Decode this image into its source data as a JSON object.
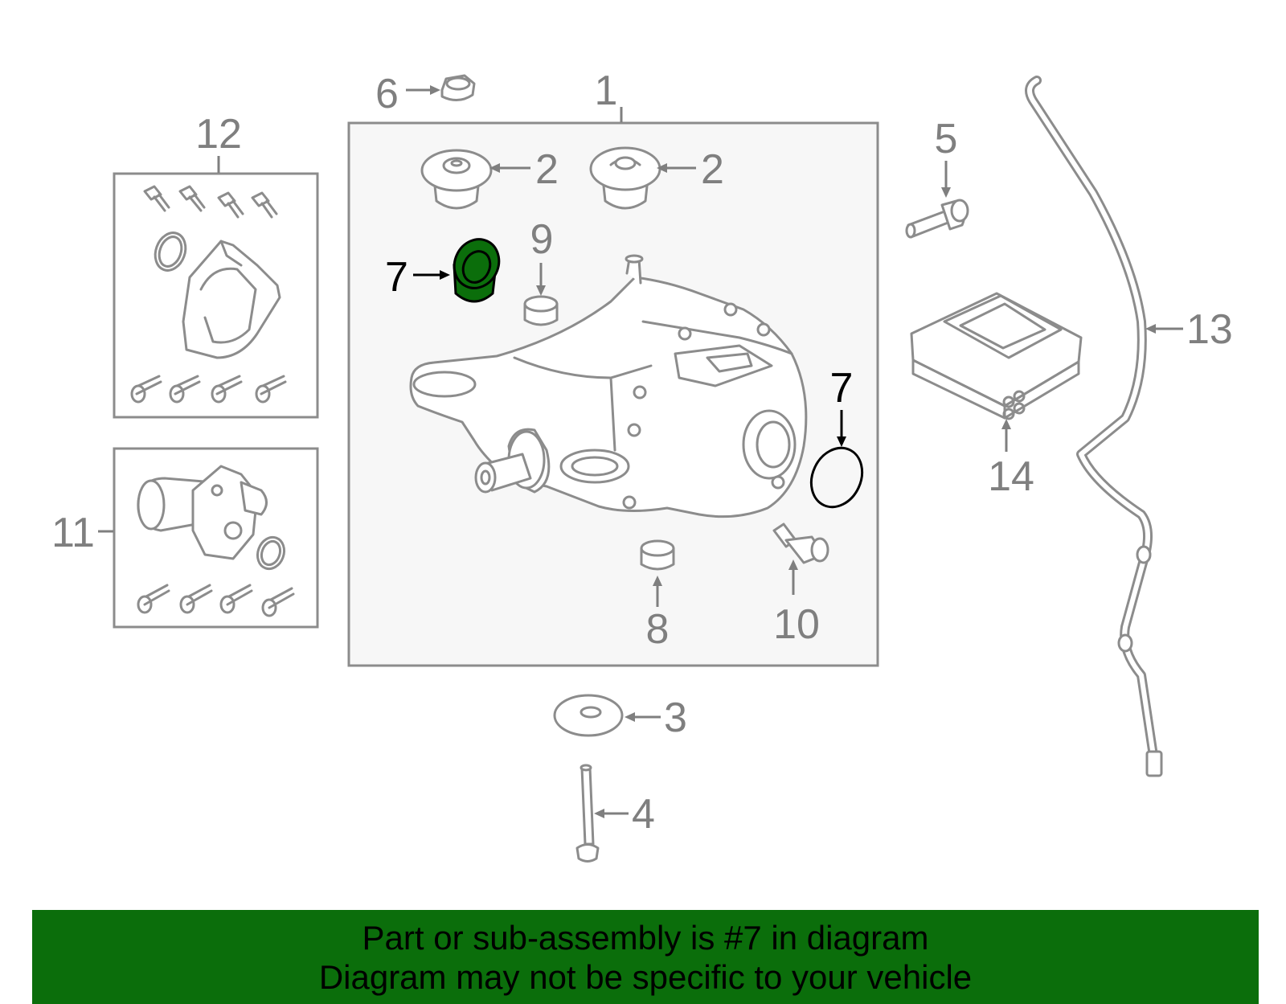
{
  "colors": {
    "highlight": "#0b6e0b",
    "banner_bg": "#0b6e0b",
    "part_stroke": "#8c8c8c",
    "label_gray": "#7f7f7f",
    "label_highlight": "#000000"
  },
  "highlight_part": "7",
  "callouts": {
    "c1": "1",
    "c2a": "2",
    "c2b": "2",
    "c3": "3",
    "c4": "4",
    "c5": "5",
    "c6": "6",
    "c7a": "7",
    "c7b": "7",
    "c8": "8",
    "c9": "9",
    "c10": "10",
    "c11": "11",
    "c12": "12",
    "c13": "13",
    "c14": "14"
  },
  "banner": {
    "line1": "Part or sub-assembly is #7 in diagram",
    "line2": "Diagram may not be specific to your vehicle"
  }
}
